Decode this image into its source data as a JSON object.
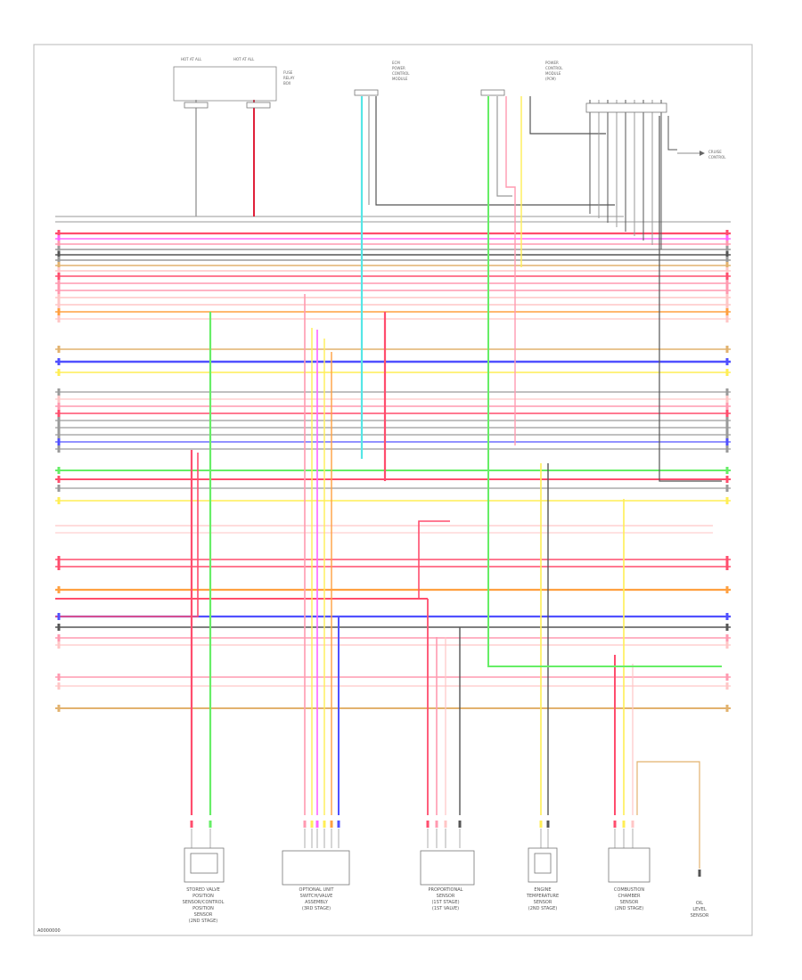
{
  "diagram": {
    "wire_colors": {
      "red": "#ff4d6d",
      "pink": "#ff9ab0",
      "magenta": "#ff66ff",
      "gray": "#9a9a9a",
      "dark": "#555555",
      "tan": "#e2b26e",
      "orange": "#ffa040",
      "yellow": "#ffee55",
      "blue": "#5050ff",
      "lightgreen": "#66ee66",
      "cyan": "#55e6e6",
      "lightpink": "#ffc6c6",
      "darkred": "#e0203a"
    },
    "bottom_labels": {
      "c1": [
        "STORED VALVE",
        "POSITION",
        "SENSOR/CONTROL",
        "POSITION",
        "SENSOR",
        "(2ND STAGE)"
      ],
      "c2": [
        "OPTIONAL UNIT",
        "SWITCH/VALVE",
        "ASSEMBLY",
        "(3RD STAGE)"
      ],
      "c3": [
        "PROPORTIONAL",
        "SENSOR",
        "(1ST STAGE)",
        "(1ST VALVE)"
      ],
      "c4": [
        "ENGINE",
        "TEMPERATURE",
        "SENSOR",
        "(2ND STAGE)"
      ],
      "c5": [
        "COMBUSTION",
        "CHAMBER",
        "SENSOR",
        "(2ND STAGE)"
      ],
      "c6": [
        "OIL",
        "LEVEL",
        "SENSOR"
      ]
    },
    "top_labels": {
      "fuse_a": "HOT AT ALL",
      "fuse_b": "HOT AT ALL",
      "relay": [
        "FUSE",
        "RELAY",
        "BOX"
      ],
      "mid": [
        "ECM",
        "POWER",
        "CONTROL",
        "MODULE"
      ],
      "right": [
        "POWER",
        "CONTROL",
        "MODULE",
        "(PCM)"
      ],
      "far_right": [
        "CRUISE",
        "CONTROL"
      ]
    },
    "footer_code": "A0000000"
  }
}
